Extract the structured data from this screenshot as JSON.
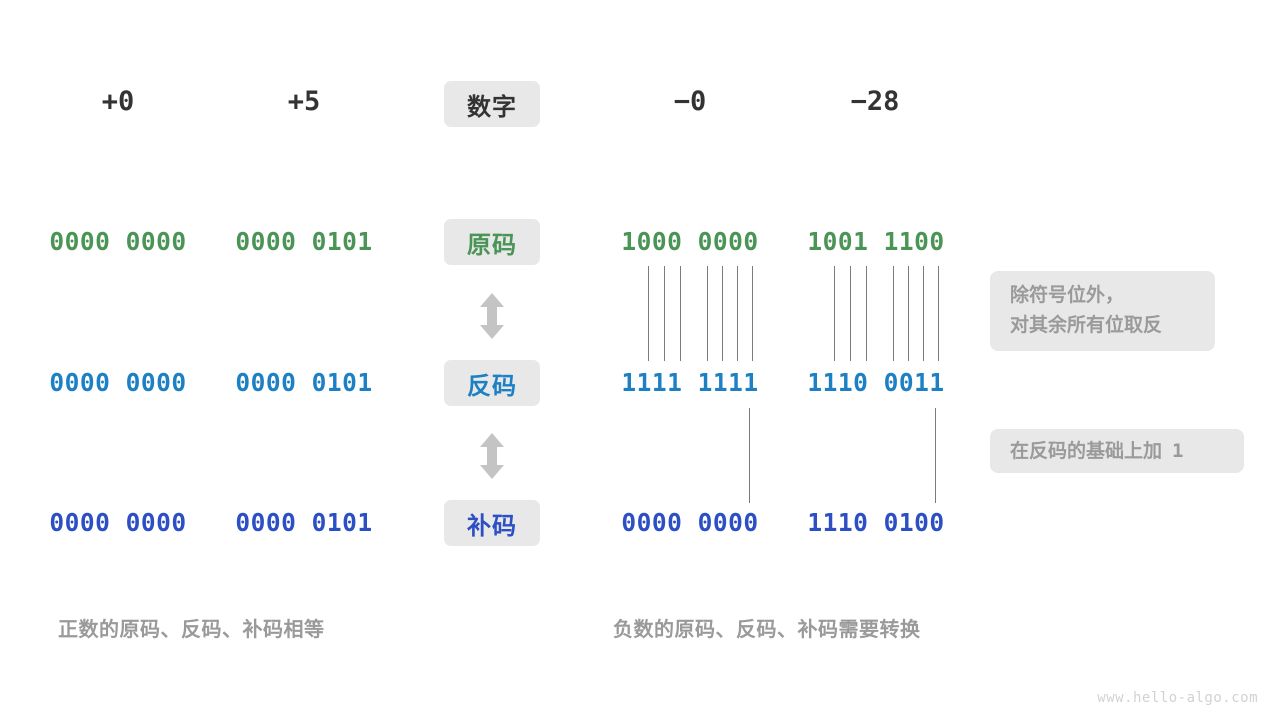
{
  "meta": {
    "background_color": "#ffffff",
    "watermark": "www.hello-algo.com"
  },
  "colors": {
    "sign_magnitude": "#4a9456",
    "ones_complement": "#1d80c4",
    "twos_complement": "#2c4fc4",
    "pill_background": "#e8e8e8",
    "note_text": "#9a9a9a",
    "tick_line": "#7b7b7b",
    "arrow": "#c4c4c4",
    "header_text": "#333333"
  },
  "header": {
    "title_pill": "数字",
    "numbers": [
      {
        "label": "+0"
      },
      {
        "label": "+5"
      },
      {
        "label": "−0"
      },
      {
        "label": "−28"
      }
    ]
  },
  "rows": [
    {
      "name": "sign-magnitude",
      "pill": "原码",
      "color_key": "sign_magnitude",
      "values": [
        "0000 0000",
        "0000 0101",
        "1000 0000",
        "1001 1100"
      ]
    },
    {
      "name": "ones-complement",
      "pill": "反码",
      "color_key": "ones_complement",
      "values": [
        "0000 0000",
        "0000 0101",
        "1111 1111",
        "1110 0011"
      ]
    },
    {
      "name": "twos-complement",
      "pill": "补码",
      "color_key": "twos_complement",
      "values": [
        "0000 0000",
        "0000 0101",
        "0000 0000",
        "1110 0100"
      ]
    }
  ],
  "arrows": [
    {
      "name": "arrow-sign-to-ones",
      "glyph": "double-vertical-arrow"
    },
    {
      "name": "arrow-ones-to-twos",
      "glyph": "double-vertical-arrow"
    }
  ],
  "notes": [
    {
      "name": "note-invert-bits",
      "lines": [
        "除符号位外，",
        "对其余所有位取反"
      ],
      "trailing_mono": ""
    },
    {
      "name": "note-add-one",
      "lines": [
        "在反码的基础上加"
      ],
      "trailing_mono": "1"
    }
  ],
  "captions": [
    {
      "name": "caption-positive",
      "text": "正数的原码、反码、补码相等"
    },
    {
      "name": "caption-negative",
      "text": "负数的原码、反码、补码需要转换"
    }
  ]
}
